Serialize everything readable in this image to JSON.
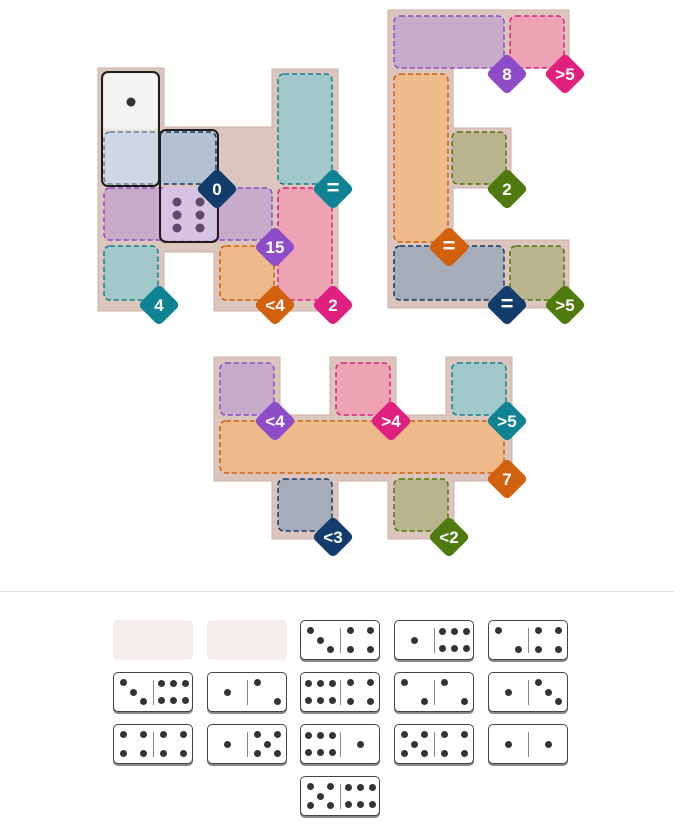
{
  "board": {
    "regions": [
      {
        "label": "0",
        "color": "#123c6b"
      },
      {
        "label": "15",
        "color": "#8f4cc9"
      },
      {
        "label": "4",
        "color": "#0f8294"
      },
      {
        "label": "=",
        "color": "#0f8294"
      },
      {
        "label": "<4",
        "color": "#d2610d"
      },
      {
        "label": "2",
        "color": "#e0207e"
      },
      {
        "label": "8",
        "color": "#8f4cc9"
      },
      {
        "label": ">5",
        "color": "#e0207e"
      },
      {
        "label": "2",
        "color": "#4f7a0d"
      },
      {
        "label": "=",
        "color": "#d2610d"
      },
      {
        "label": "=",
        "color": "#123c6b"
      },
      {
        "label": ">5",
        "color": "#4f7a0d"
      },
      {
        "label": "<4",
        "color": "#8f4cc9"
      },
      {
        "label": ">4",
        "color": "#e0207e"
      },
      {
        "label": ">5",
        "color": "#0f8294"
      },
      {
        "label": "7",
        "color": "#d2610d"
      },
      {
        "label": "<3",
        "color": "#123c6b"
      },
      {
        "label": "<2",
        "color": "#4f7a0d"
      }
    ],
    "placed_dominoes": [
      {
        "pips": [
          1,
          0
        ]
      },
      {
        "pips": [
          0,
          6
        ]
      }
    ]
  },
  "tray": {
    "dominoes": [
      {
        "empty": true
      },
      {
        "empty": true
      },
      {
        "pips": [
          3,
          4
        ]
      },
      {
        "pips": [
          1,
          6
        ]
      },
      {
        "pips": [
          2,
          4
        ]
      },
      {
        "pips": [
          3,
          6
        ]
      },
      {
        "pips": [
          1,
          2
        ]
      },
      {
        "pips": [
          6,
          4
        ]
      },
      {
        "pips": [
          2,
          2
        ]
      },
      {
        "pips": [
          1,
          3
        ]
      },
      {
        "pips": [
          4,
          4
        ]
      },
      {
        "pips": [
          1,
          5
        ]
      },
      {
        "pips": [
          6,
          1
        ]
      },
      {
        "pips": [
          5,
          4
        ]
      },
      {
        "pips": [
          1,
          1
        ]
      },
      {
        "pips": [
          5,
          6
        ]
      }
    ]
  }
}
